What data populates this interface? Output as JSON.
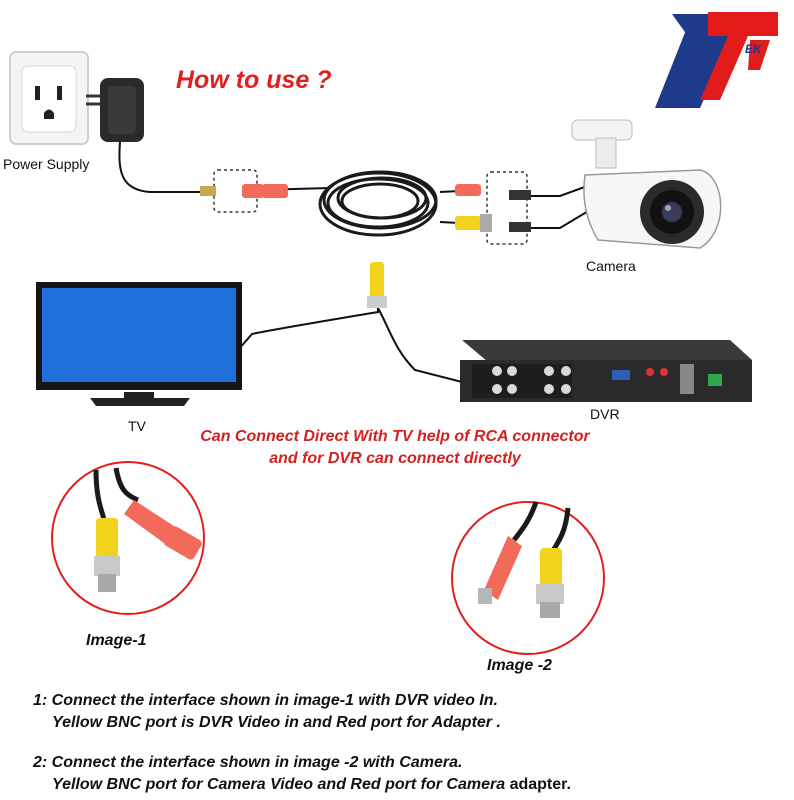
{
  "title": "How to use ?",
  "labels": {
    "power_supply": "Power Supply",
    "camera": "Camera",
    "tv": "TV",
    "dvr": "DVR"
  },
  "caption": {
    "line1": "Can Connect Direct With TV help of RCA connector",
    "line2": "and for DVR can connect directly"
  },
  "image_labels": {
    "image1": "Image-1",
    "image2": "Image -2"
  },
  "instructions": {
    "step1_line1": "1: Connect the interface shown in image-1 with DVR video In.",
    "step1_line2": "Yellow BNC port is DVR Video in and Red port for Adapter .",
    "step2_line1": "2: Connect the interface shown in image -2 with Camera.",
    "step2_line2_a": "Yellow BNC port for Camera Video and Red port for",
    "step2_line2_b": "Camera",
    "step2_line2_c": "adapter."
  },
  "logo": {
    "text": "EK"
  },
  "colors": {
    "accent_red": "#e02020",
    "logo_blue": "#1e3a8a",
    "cable_yellow": "#f2d21b",
    "cable_red": "#f26a5a",
    "tv_screen": "#1e6fd9"
  }
}
